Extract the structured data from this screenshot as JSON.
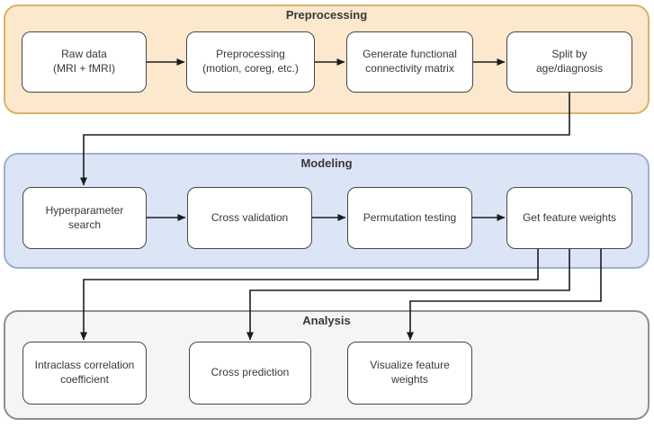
{
  "colors": {
    "canvas-bg": "#ffffff",
    "preprocessing-fill": "#fce8cd",
    "preprocessing-stroke": "#d5b469",
    "modeling-fill": "#dce5f5",
    "modeling-stroke": "#9fafd1",
    "analysis-fill": "#f5f5f5",
    "analysis-stroke": "#8f8f8f",
    "node-fill": "#ffffff",
    "node-stroke": "#474747",
    "arrow-color": "#1c1c1c",
    "text-color": "#383838"
  },
  "diagram": {
    "sections": [
      {
        "title": "Preprocessing",
        "boxes": [
          {
            "label": "Raw data\n(MRI + fMRI)"
          },
          {
            "label": "Preprocessing\n(motion, coreg, etc.)"
          },
          {
            "label": "Generate functional\nconnectivity matrix"
          },
          {
            "label": "Split by\nage/diagnosis"
          }
        ]
      },
      {
        "title": "Modeling",
        "boxes": [
          {
            "label": "Hyperparameter\nsearch"
          },
          {
            "label": "Cross validation"
          },
          {
            "label": "Permutation testing"
          },
          {
            "label": "Get feature weights"
          }
        ]
      },
      {
        "title": "Analysis",
        "boxes": [
          {
            "label": "Intraclass correlation\ncoefficient"
          },
          {
            "label": "Cross prediction"
          },
          {
            "label": "Visualize feature\nweights"
          }
        ]
      }
    ],
    "connections": [
      {
        "from": "Raw data (MRI + fMRI)",
        "to": "Preprocessing (motion, coreg, etc.)"
      },
      {
        "from": "Preprocessing (motion, coreg, etc.)",
        "to": "Generate functional connectivity matrix"
      },
      {
        "from": "Generate functional connectivity matrix",
        "to": "Split by age/diagnosis"
      },
      {
        "from": "Split by age/diagnosis",
        "to": "Hyperparameter search"
      },
      {
        "from": "Hyperparameter search",
        "to": "Cross validation"
      },
      {
        "from": "Cross validation",
        "to": "Permutation testing"
      },
      {
        "from": "Permutation testing",
        "to": "Get feature weights"
      },
      {
        "from": "Get feature weights",
        "to": "Intraclass correlation coefficient"
      },
      {
        "from": "Get feature weights",
        "to": "Cross prediction"
      },
      {
        "from": "Get feature weights",
        "to": "Visualize feature weights"
      }
    ]
  }
}
